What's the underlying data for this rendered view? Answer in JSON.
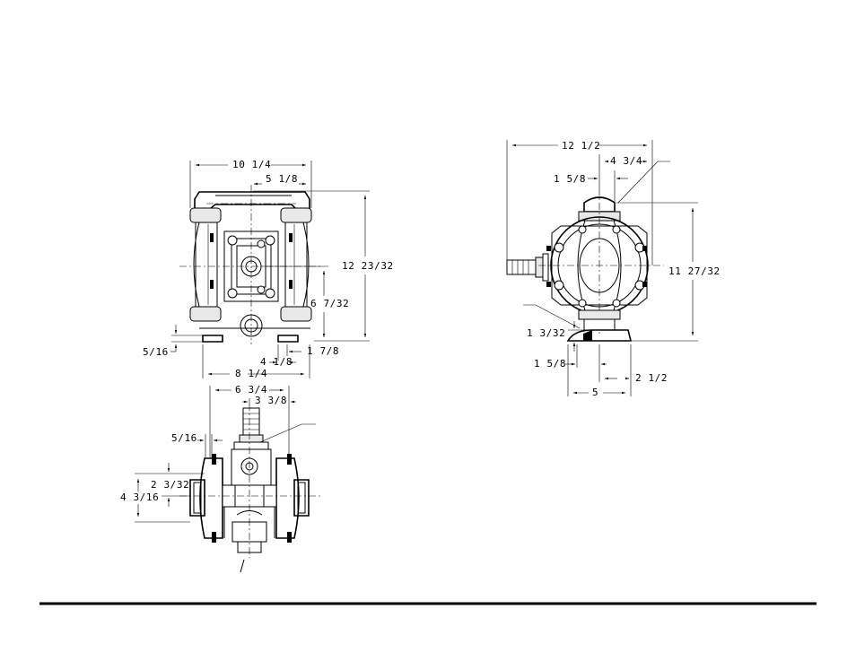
{
  "front_view": {
    "dim_width": "10 1/4",
    "dim_half_width": "5 1/8",
    "dim_height": "12 23/32",
    "dim_inlet_height": "6 7/32",
    "dim_foot_height": "5/16",
    "dim_foot_center": "1 7/8",
    "dim_foot_offset": "4 1/8",
    "dim_base_width": "8 1/4"
  },
  "top_view": {
    "dim_overall": "6 3/4",
    "dim_half": "3 3/8",
    "dim_flange": "5/16",
    "dim_offset": "2 3/32",
    "dim_depth": "4 3/16"
  },
  "side_view": {
    "dim_overall": "12 1/2",
    "dim_outlet_offset": "4 3/4",
    "dim_outlet": "1 5/8",
    "dim_height": "11 27/32",
    "dim_base_height": "1 3/32",
    "dim_base_offset": "1 5/8",
    "dim_base_half": "2 1/2",
    "dim_base_width": "5"
  }
}
